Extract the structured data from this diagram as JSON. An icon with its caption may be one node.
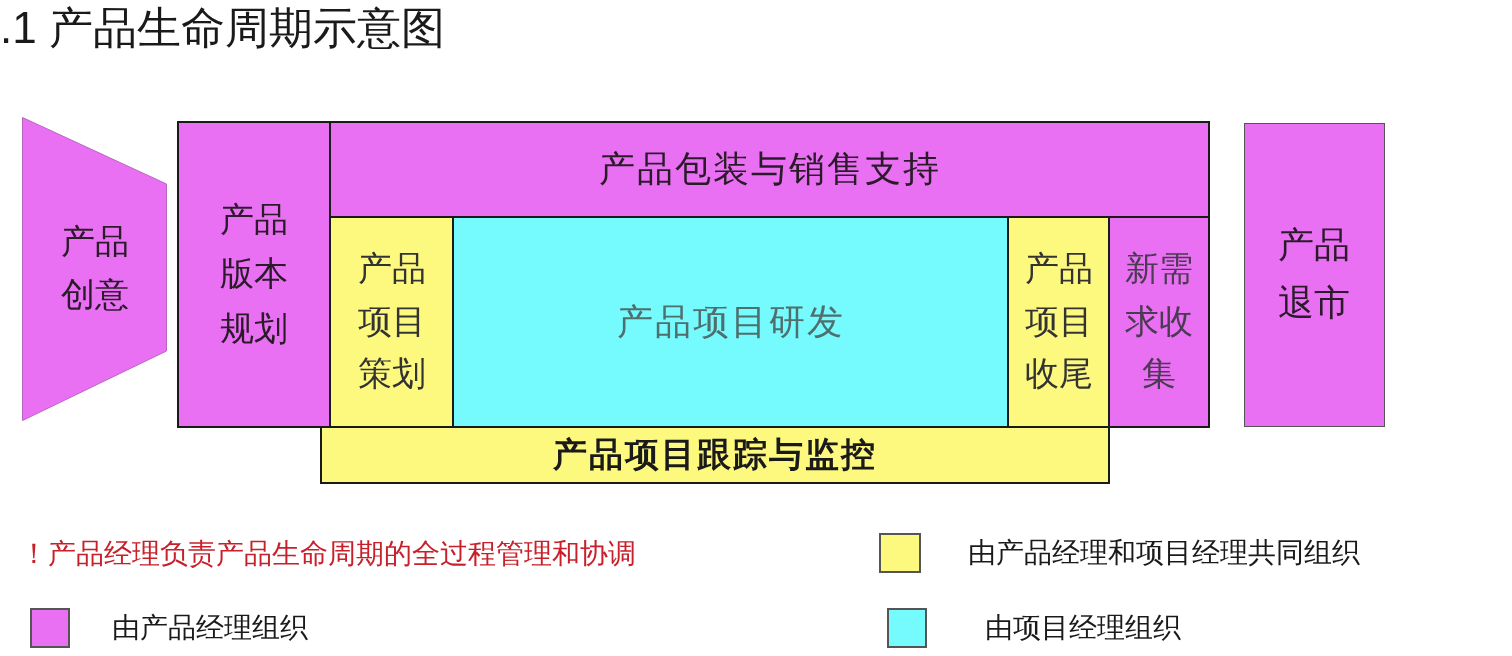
{
  "diagram": {
    "title": ".1 产品生命周期示意图",
    "nodes": [
      {
        "text": [
          "产品创意"
        ]
      },
      {
        "text": [
          "产品版本规划"
        ]
      },
      {
        "text": [
          "产品包装与销售支持"
        ]
      },
      {
        "text": [
          "产品项目策划"
        ]
      },
      {
        "text": [
          "产品项目研发"
        ]
      },
      {
        "text": [
          "产品项目收尾"
        ]
      },
      {
        "text": [
          "新需求收集"
        ]
      },
      {
        "text": [
          "产品项目跟踪与监控"
        ]
      },
      {
        "text": [
          "产品退市"
        ]
      }
    ],
    "labels": [
      "！产品经理负责产品生命周期的全过程管理和协调"
    ],
    "legend": [
      {
        "text": "由产品经理和项目经理共同组织",
        "color": "#fdf97f"
      },
      {
        "text": "由产品经理组织",
        "color": "#e970f2"
      },
      {
        "text": "由项目经理组织",
        "color": "#75fbfd"
      }
    ]
  }
}
